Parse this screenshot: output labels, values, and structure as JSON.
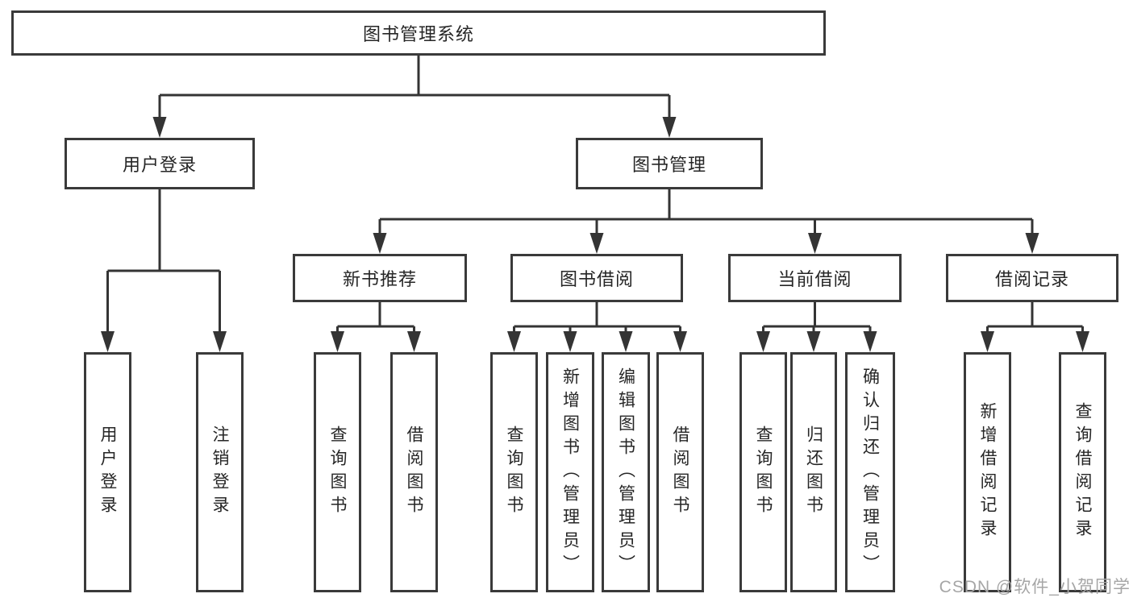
{
  "tree": {
    "label": "图书管理系统",
    "children": [
      {
        "label": "用户登录",
        "children": [
          {
            "label": "用户登录"
          },
          {
            "label": "注销登录"
          }
        ]
      },
      {
        "label": "图书管理",
        "children": [
          {
            "label": "新书推荐",
            "children": [
              {
                "label": "查询图书"
              },
              {
                "label": "借阅图书"
              }
            ]
          },
          {
            "label": "图书借阅",
            "children": [
              {
                "label": "查询图书"
              },
              {
                "label": "新增图书（管理员）"
              },
              {
                "label": "编辑图书（管理员）"
              },
              {
                "label": "借阅图书"
              }
            ]
          },
          {
            "label": "当前借阅",
            "children": [
              {
                "label": "查询图书"
              },
              {
                "label": "归还图书"
              },
              {
                "label": "确认归还（管理员）"
              }
            ]
          },
          {
            "label": "借阅记录",
            "children": [
              {
                "label": "新增借阅记录"
              },
              {
                "label": "查询借阅记录"
              }
            ]
          }
        ]
      }
    ]
  },
  "watermark": "CSDN @软件_小贺同学",
  "colors": {
    "line": "#343434",
    "box_border": "#3a3a3a",
    "text": "#262626",
    "watermark": "#a6a6a6",
    "background": "#ffffff"
  }
}
